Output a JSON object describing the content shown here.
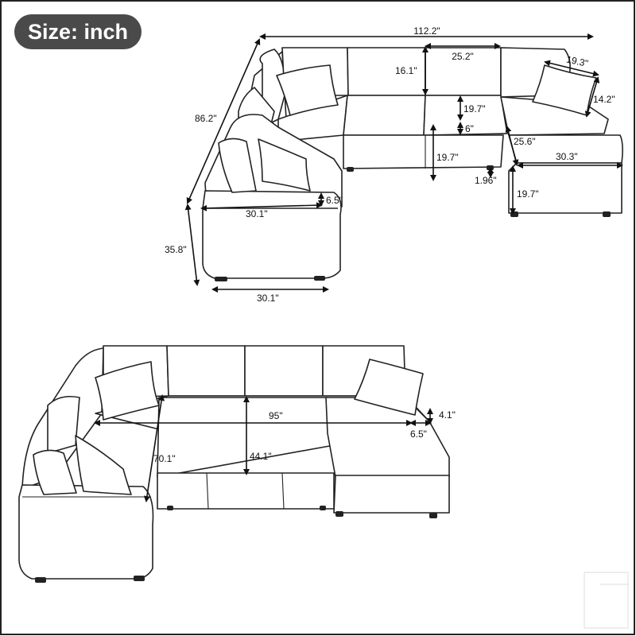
{
  "header": {
    "badge_label": "Size: inch"
  },
  "top_view_dimensions": {
    "total_width": "112.2\"",
    "cushion_width": "25.2\"",
    "back_cushion_height": "16.1\"",
    "pillow_width": "19.3\"",
    "pillow_height": "14.2\"",
    "backrest_height": "19.7\"",
    "cushion_thickness": "6\"",
    "seat_height": "19.7\"",
    "leg_height": "1.96\"",
    "total_depth": "86.2\"",
    "arm_height": "6.5\"",
    "seat_depth": "30.1\"",
    "total_height": "35.8\"",
    "side_width": "30.1\"",
    "ottoman_depth": "25.6\"",
    "ottoman_width": "30.3\"",
    "ottoman_height": "19.7\""
  },
  "bottom_view_dimensions": {
    "seat_span_width": "95\"",
    "arm_offset_height": "4.1\"",
    "arm_offset_width": "6.5\"",
    "left_depth": "70.1\"",
    "center_depth": "44.1\""
  }
}
